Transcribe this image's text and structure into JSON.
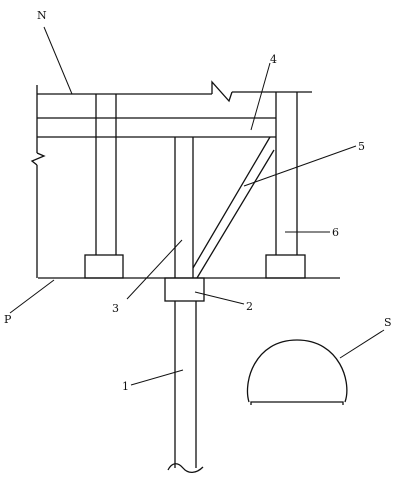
{
  "labels": {
    "N": "N",
    "P": "P",
    "S": "S",
    "pile": "1",
    "cap": "2",
    "column": "3",
    "beam": "4",
    "brace": "5",
    "post": "6"
  },
  "colors": {
    "line": "#111111",
    "background": "#ffffff"
  }
}
